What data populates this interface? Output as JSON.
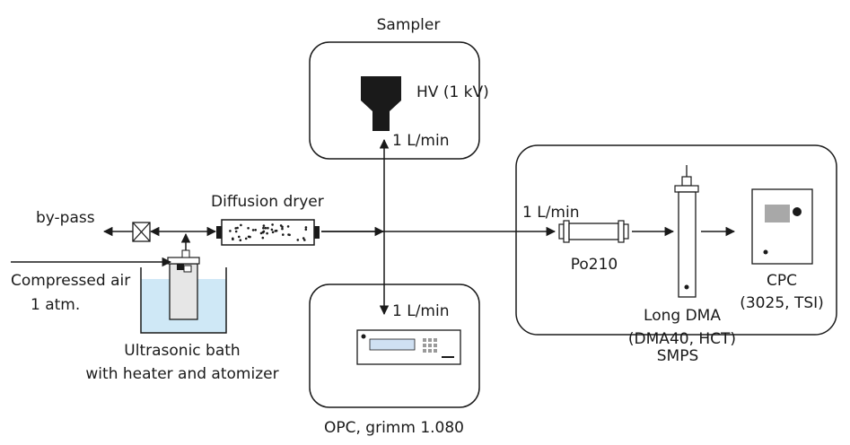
{
  "labels": {
    "sampler": "Sampler",
    "hv": "HV (1 kV)",
    "flow_top": "1 L/min",
    "diffusion_dryer": "Diffusion dryer",
    "by_pass": "by-pass",
    "compressed_air": "Compressed air",
    "atm": "1 atm.",
    "ultrasonic_1": "Ultrasonic bath",
    "ultrasonic_2": "with heater and atomizer",
    "flow_opc": "1 L/min",
    "opc": "OPC, grimm 1.080",
    "flow_smps": "1 L/min",
    "po210": "Po210",
    "long_dma": "Long DMA",
    "dma_model": "(DMA40, HCT)",
    "cpc": "CPC",
    "cpc_model": "(3025, TSI)",
    "smps": "SMPS"
  },
  "colors": {
    "water": "#cfe8f6",
    "opc_screen": "#cfe0f2",
    "cpc_screen": "#a8a8a8"
  }
}
